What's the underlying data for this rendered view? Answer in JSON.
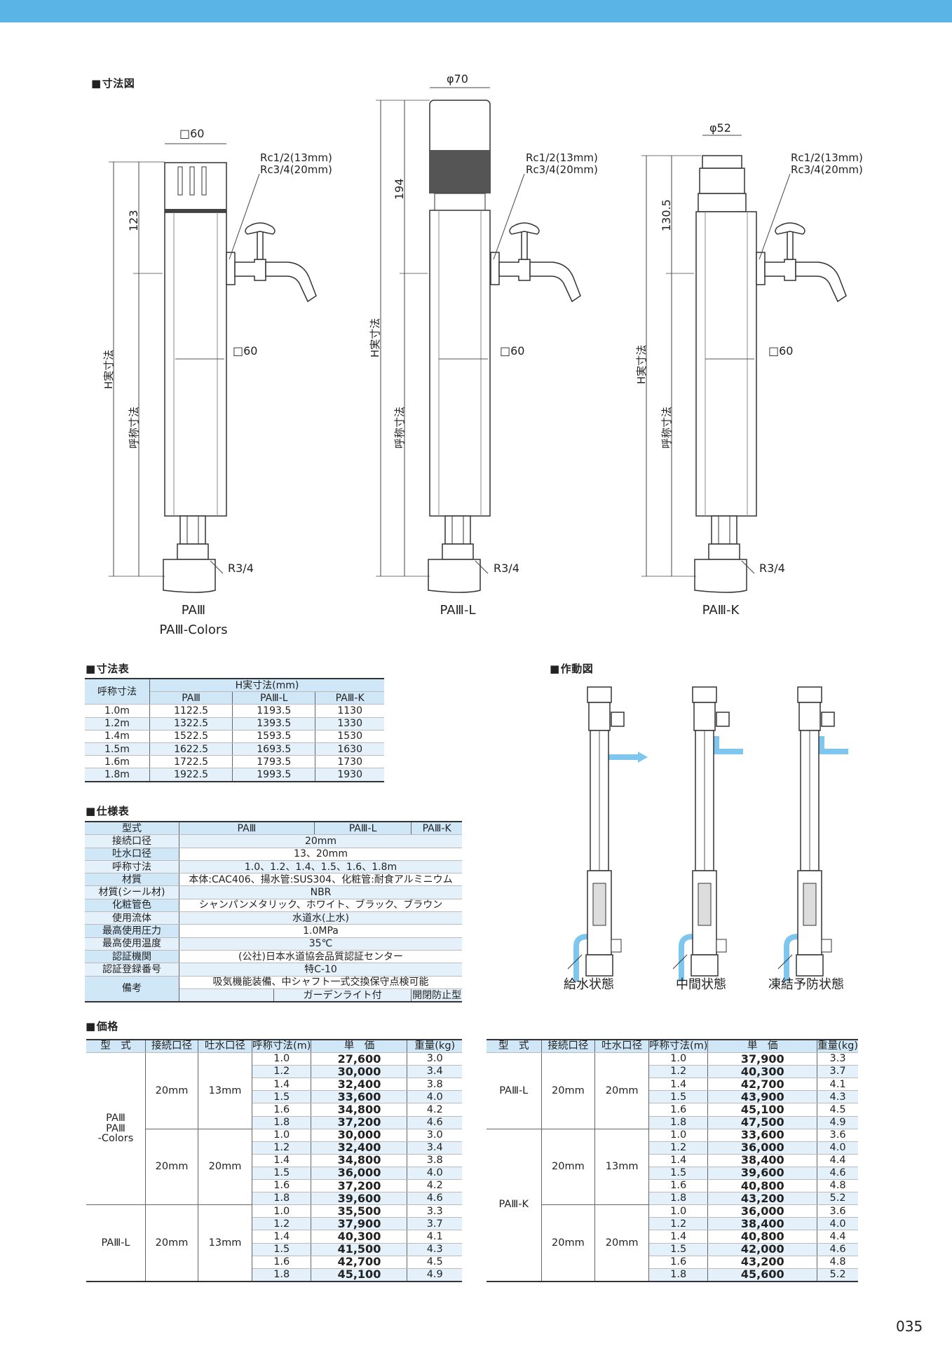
{
  "sections": {
    "dim": "寸法図",
    "size": "寸法表",
    "spec": "仕様表",
    "price": "価格",
    "action": "作動図"
  },
  "dims": {
    "sq60": "□60",
    "phi70": "φ70",
    "phi52": "φ52",
    "rc": "Rc1/2(13mm)",
    "rc2": "Rc3/4(20mm)",
    "h123": "123",
    "h194": "194",
    "h1305": "130.5",
    "hjitsu": "H実寸法",
    "koshou": "呼称寸法",
    "r34": "R3/4"
  },
  "products": {
    "p1a": "PAⅢ",
    "p1b": "PAⅢ-Colors",
    "p2": "PAⅢ-L",
    "p3": "PAⅢ-K"
  },
  "action_states": [
    "給水状態",
    "中間状態",
    "凍結予防状態"
  ],
  "size_table": {
    "h_label": "呼称寸法",
    "h_group": "H実寸法(mm)",
    "cols": [
      "PAⅢ",
      "PAⅢ-L",
      "PAⅢ-K"
    ],
    "rows": [
      [
        "1.0m",
        "1122.5",
        "1193.5",
        "1130"
      ],
      [
        "1.2m",
        "1322.5",
        "1393.5",
        "1330"
      ],
      [
        "1.4m",
        "1522.5",
        "1593.5",
        "1530"
      ],
      [
        "1.5m",
        "1622.5",
        "1693.5",
        "1630"
      ],
      [
        "1.6m",
        "1722.5",
        "1793.5",
        "1730"
      ],
      [
        "1.8m",
        "1922.5",
        "1993.5",
        "1930"
      ]
    ]
  },
  "spec_table": {
    "head": [
      "型式",
      "PAⅢ",
      "PAⅢ-L",
      "PAⅢ-K"
    ],
    "rows": [
      [
        "接続口径",
        "20mm"
      ],
      [
        "吐水口径",
        "13、20mm"
      ],
      [
        "呼称寸法",
        "1.0、1.2、1.4、1.5、1.6、1.8m"
      ],
      [
        "材質",
        "本体:CAC406、揚水管:SUS304、化粧管:耐食アルミニウム"
      ],
      [
        "材質(シール材)",
        "NBR"
      ],
      [
        "化粧管色",
        "シャンパンメタリック、ホワイト、ブラック、ブラウン"
      ],
      [
        "使用流体",
        "水道水(上水)"
      ],
      [
        "最高使用圧力",
        "1.0MPa"
      ],
      [
        "最高使用温度",
        "35℃"
      ],
      [
        "認証機関",
        "(公社)日本水道協会品質認証センター"
      ],
      [
        "認証登録番号",
        "特C-10"
      ]
    ],
    "biko_label": "備考",
    "biko1": "吸気機能装備、中シャフト一式交換保守点検可能",
    "biko2": "ガーデンライト付",
    "biko3": "開閉防止型"
  },
  "price_head": [
    "型　式",
    "接続口径",
    "吐水口径",
    "呼称寸法(m)",
    "単　価",
    "重量(kg)"
  ],
  "price_left": [
    {
      "model": "PAⅢ\nPAⅢ\n-Colors",
      "conn": "20mm",
      "spout": "13mm",
      "rows": [
        [
          "1.0",
          "27,600",
          "3.0"
        ],
        [
          "1.2",
          "30,000",
          "3.4"
        ],
        [
          "1.4",
          "32,400",
          "3.8"
        ],
        [
          "1.5",
          "33,600",
          "4.0"
        ],
        [
          "1.6",
          "34,800",
          "4.2"
        ],
        [
          "1.8",
          "37,200",
          "4.6"
        ]
      ]
    },
    {
      "model": "",
      "conn": "20mm",
      "spout": "20mm",
      "rows": [
        [
          "1.0",
          "30,000",
          "3.0"
        ],
        [
          "1.2",
          "32,400",
          "3.4"
        ],
        [
          "1.4",
          "34,800",
          "3.8"
        ],
        [
          "1.5",
          "36,000",
          "4.0"
        ],
        [
          "1.6",
          "37,200",
          "4.2"
        ],
        [
          "1.8",
          "39,600",
          "4.6"
        ]
      ]
    },
    {
      "model": "PAⅢ-L",
      "conn": "20mm",
      "spout": "13mm",
      "rows": [
        [
          "1.0",
          "35,500",
          "3.3"
        ],
        [
          "1.2",
          "37,900",
          "3.7"
        ],
        [
          "1.4",
          "40,300",
          "4.1"
        ],
        [
          "1.5",
          "41,500",
          "4.3"
        ],
        [
          "1.6",
          "42,700",
          "4.5"
        ],
        [
          "1.8",
          "45,100",
          "4.9"
        ]
      ]
    }
  ],
  "price_right": [
    {
      "model": "PAⅢ-L",
      "conn": "20mm",
      "spout": "20mm",
      "rows": [
        [
          "1.0",
          "37,900",
          "3.3"
        ],
        [
          "1.2",
          "40,300",
          "3.7"
        ],
        [
          "1.4",
          "42,700",
          "4.1"
        ],
        [
          "1.5",
          "43,900",
          "4.3"
        ],
        [
          "1.6",
          "45,100",
          "4.5"
        ],
        [
          "1.8",
          "47,500",
          "4.9"
        ]
      ]
    },
    {
      "model": "PAⅢ-K",
      "conn": "20mm",
      "spout": "13mm",
      "rows": [
        [
          "1.0",
          "33,600",
          "3.6"
        ],
        [
          "1.2",
          "36,000",
          "4.0"
        ],
        [
          "1.4",
          "38,400",
          "4.4"
        ],
        [
          "1.5",
          "39,600",
          "4.6"
        ],
        [
          "1.6",
          "40,800",
          "4.8"
        ],
        [
          "1.8",
          "43,200",
          "5.2"
        ]
      ]
    },
    {
      "model": "",
      "conn": "20mm",
      "spout": "20mm",
      "rows": [
        [
          "1.0",
          "36,000",
          "3.6"
        ],
        [
          "1.2",
          "38,400",
          "4.0"
        ],
        [
          "1.4",
          "40,800",
          "4.4"
        ],
        [
          "1.5",
          "42,000",
          "4.6"
        ],
        [
          "1.6",
          "43,200",
          "4.8"
        ],
        [
          "1.8",
          "45,600",
          "5.2"
        ]
      ]
    }
  ],
  "page_number": "035",
  "colors": {
    "bar": "#5ab4e6",
    "water": "#7fc6ee",
    "row": "#e4f1fa"
  }
}
